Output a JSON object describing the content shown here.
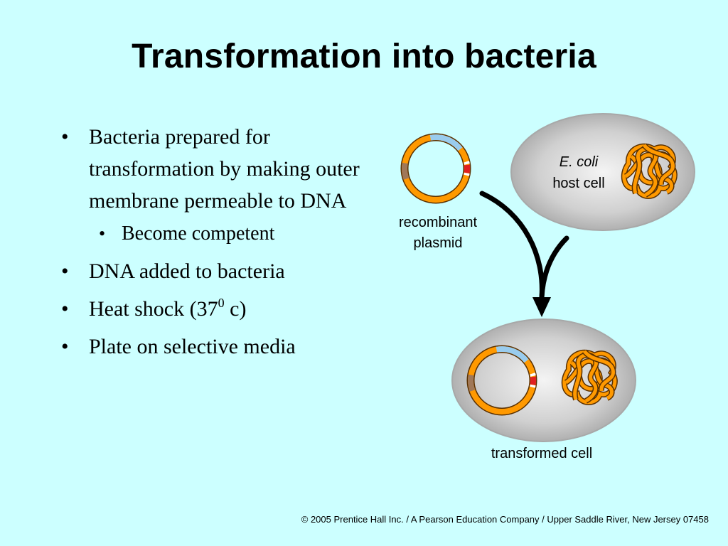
{
  "slide": {
    "title": "Transformation into bacteria",
    "bullets": [
      {
        "text": "Bacteria prepared for transformation by making outer membrane permeable to DNA",
        "subitems": [
          "Become competent"
        ]
      },
      {
        "text": "DNA added to bacteria"
      },
      {
        "text_before": "Heat shock (37",
        "superscript": "0",
        "text_after": " c)"
      },
      {
        "text": "Plate on selective media"
      }
    ],
    "bullet_glyph": "•",
    "footer": "© 2005 Prentice Hall Inc. / A Pearson Education Company / Upper Saddle River, New Jersey 07458"
  },
  "diagram": {
    "plasmid_label": [
      "recombinant",
      "plasmid"
    ],
    "host_cell_label": {
      "species": "E. coli",
      "text": "host cell"
    },
    "transformed_label": "transformed cell",
    "colors": {
      "background": "#ccffff",
      "plasmid_ring": "#ff9900",
      "insert_blue": "#99ccee",
      "marker_red": "#e02020",
      "segment_brown": "#a07858",
      "cell_gray": "#c8c8c8",
      "arrow": "#000000"
    }
  }
}
